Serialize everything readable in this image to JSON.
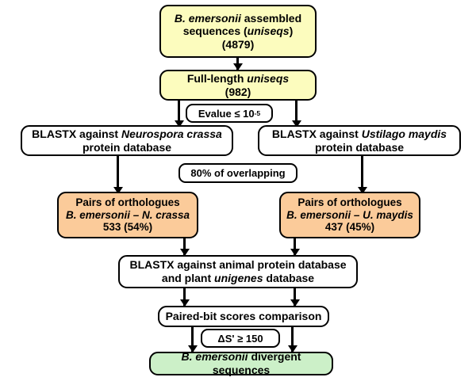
{
  "diagram": {
    "title": "B. emersonii divergent sequences identification workflow",
    "colors": {
      "yellow_fill": "#fcfcbe",
      "orange_fill": "#fbcb9a",
      "green_fill": "#ccf0c8",
      "white_fill": "#ffffff",
      "stroke": "#000000"
    },
    "nodes": {
      "assembled_sequences": {
        "line1_italic": "B. emersonii",
        "line1_rest": " assembled",
        "line2_pre": "sequences (",
        "line2_italic": "uniseqs",
        "line2_post": ")",
        "line3": "(4879)"
      },
      "full_length": {
        "line1_pre": "Full-length ",
        "line1_italic": "uniseqs",
        "line2": "(982)"
      },
      "blastx_neurospora": {
        "line1_pre": "BLASTX against ",
        "line1_italic": "Neurospora crassa",
        "line2": "protein database"
      },
      "blastx_ustilago": {
        "line1_pre": "BLASTX against ",
        "line1_italic": "Ustilago maydis",
        "line2": "protein database"
      },
      "orthologues_ncrassa": {
        "line1": "Pairs of orthologues",
        "line2_italic": "B. emersonii – N. crassa",
        "line3": "533 (54%)"
      },
      "orthologues_umaydis": {
        "line1": "Pairs of orthologues",
        "line2_italic": "B. emersonii – U. maydis",
        "line3": "437 (45%)"
      },
      "blastx_animal_plant": {
        "line1": "BLASTX against animal protein database",
        "line2_pre": "and plant ",
        "line2_italic": "unigenes",
        "line2_post": " database"
      },
      "paired_bit": {
        "line1": "Paired-bit scores comparison"
      },
      "divergent_sequences": {
        "line1_italic": "B. emersonii",
        "line1_rest": " divergent sequences"
      }
    },
    "conditions": {
      "evalue": {
        "pre": "Evalue ≤ 10",
        "sup": "-5"
      },
      "overlap": {
        "label": "80% of overlapping"
      },
      "delta_s": {
        "label": "ΔS' ≥ 150"
      }
    }
  }
}
